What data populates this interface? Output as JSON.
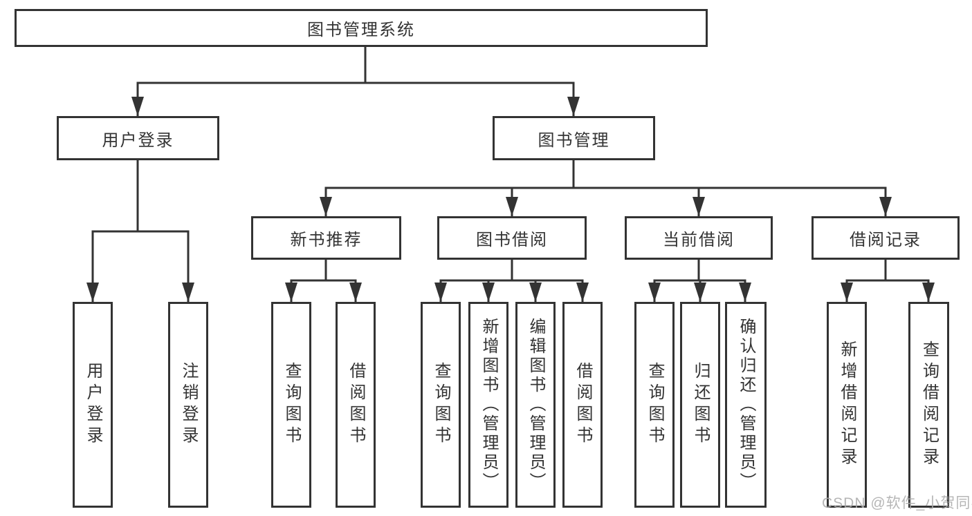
{
  "diagram": {
    "type": "hierarchy-tree",
    "colors": {
      "line": "#333333",
      "text": "#333333",
      "background": "#ffffff",
      "watermark": "#acacac"
    },
    "nodes": {
      "root": {
        "label": "图书管理系统"
      },
      "login": {
        "label": "用户登录"
      },
      "mgmt": {
        "label": "图书管理"
      },
      "rec": {
        "label": "新书推荐"
      },
      "borrow": {
        "label": "图书借阅"
      },
      "current": {
        "label": "当前借阅"
      },
      "records": {
        "label": "借阅记录"
      },
      "login_user": {
        "label": "用户登录"
      },
      "login_logout": {
        "label": "注销登录"
      },
      "rec_query": {
        "label": "查询图书"
      },
      "rec_borrow": {
        "label": "借阅图书"
      },
      "borrow_query": {
        "label": "查询图书"
      },
      "borrow_add": {
        "label": "新增图书（管理员）"
      },
      "borrow_edit": {
        "label": "编辑图书（管理员）"
      },
      "borrow_take": {
        "label": "借阅图书"
      },
      "current_query": {
        "label": "查询图书"
      },
      "current_return": {
        "label": "归还图书"
      },
      "current_confirm": {
        "label": "确认归还（管理员）"
      },
      "records_add": {
        "label": "新增借阅记录"
      },
      "records_query": {
        "label": "查询借阅记录"
      }
    },
    "hierarchy": {
      "图书管理系统": [
        "用户登录",
        "图书管理"
      ],
      "用户登录": [
        "用户登录",
        "注销登录"
      ],
      "图书管理": [
        "新书推荐",
        "图书借阅",
        "当前借阅",
        "借阅记录"
      ],
      "新书推荐": [
        "查询图书",
        "借阅图书"
      ],
      "图书借阅": [
        "查询图书",
        "新增图书（管理员）",
        "编辑图书（管理员）",
        "借阅图书"
      ],
      "当前借阅": [
        "查询图书",
        "归还图书",
        "确认归还（管理员）"
      ],
      "借阅记录": [
        "新增借阅记录",
        "查询借阅记录"
      ]
    },
    "watermark": "CSDN @软件_小贺同学"
  }
}
